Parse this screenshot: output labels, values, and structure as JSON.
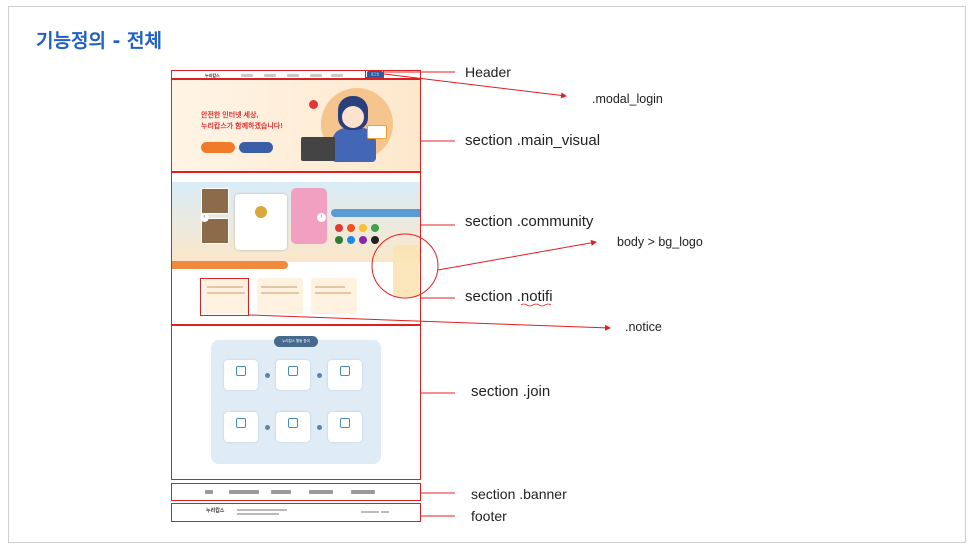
{
  "page": {
    "title": "기능정의  - 전체"
  },
  "mockup": {
    "header_logo": "누리캅스",
    "header_button": "로그인",
    "main_visual": {
      "line1": "안전한 인터넷 세상,",
      "line2": "누리캅스가 함께하겠습니다!"
    },
    "join_title": "누리캅스 활동 참여"
  },
  "labels": [
    {
      "id": "header",
      "text": "Header"
    },
    {
      "id": "modal_login",
      "text": ".modal_login"
    },
    {
      "id": "main_visual",
      "text": "section .main_visual"
    },
    {
      "id": "community",
      "text": "section .community"
    },
    {
      "id": "bg_logo",
      "text": "body  > bg_logo"
    },
    {
      "id": "notifi",
      "text": "section .notifi"
    },
    {
      "id": "notice",
      "text": ".notice"
    },
    {
      "id": "join",
      "text": "section .join"
    },
    {
      "id": "banner",
      "text": "section .banner"
    },
    {
      "id": "footer",
      "text": "footer"
    }
  ],
  "colors": {
    "title": "#1f5fc6",
    "annotation": "#e02020"
  }
}
